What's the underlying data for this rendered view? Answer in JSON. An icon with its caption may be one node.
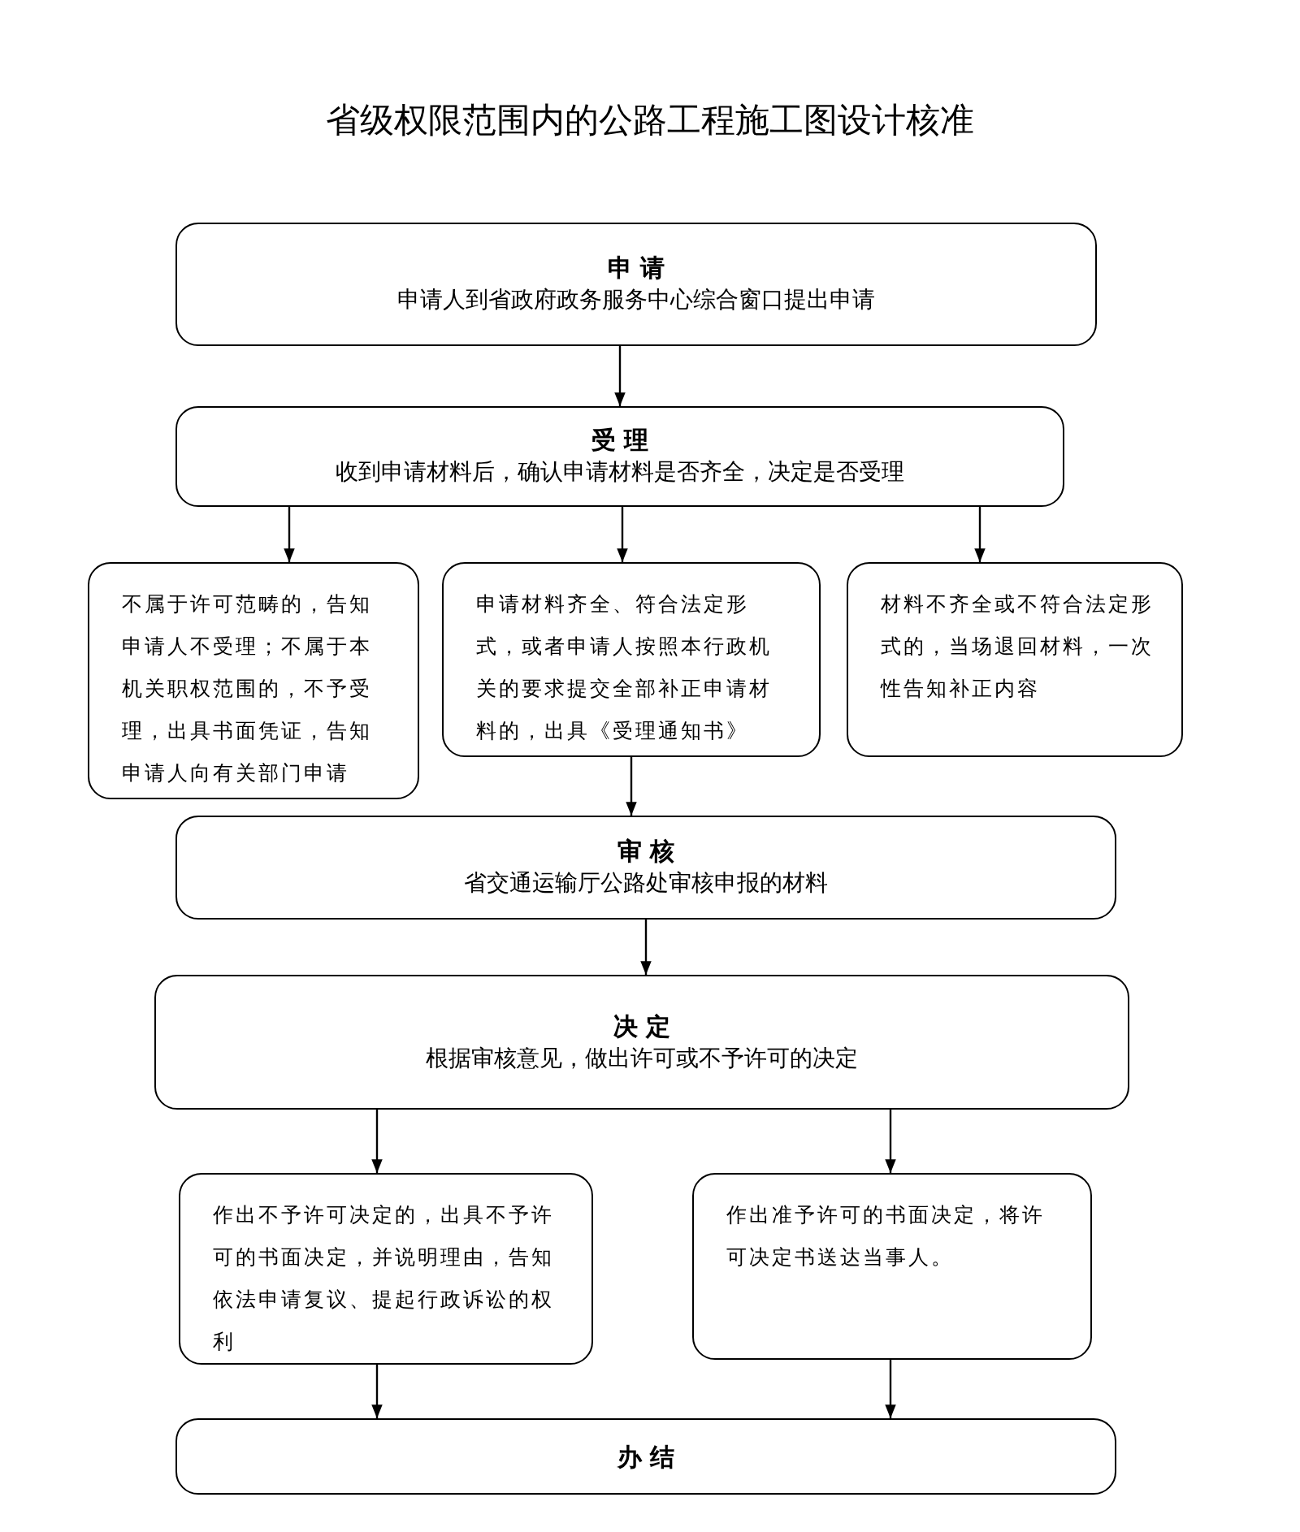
{
  "diagram": {
    "title": "省级权限范围内的公路工程施工图设计核准",
    "nodes": [
      {
        "text": [
          "申 请",
          "申请人到省政府政务服务中心综合窗口提出申请"
        ]
      },
      {
        "text": [
          "受 理",
          "收到申请材料后，确认申请材料是否齐全，决定是否受理"
        ]
      },
      {
        "text": [
          "不属于许可范畴的，告知申请人不受理；不属于本机关职权范围的，不予受理，出具书面凭证，告知申请人向有关部门申请"
        ]
      },
      {
        "text": [
          "申请材料齐全、符合法定形式，或者申请人按照本行政机关的要求提交全部补正申请材料的，出具《受理通知书》"
        ]
      },
      {
        "text": [
          "材料不齐全或不符合法定形式的，当场退回材料，一次性告知补正内容"
        ]
      },
      {
        "text": [
          "审 核",
          "省交通运输厅公路处审核申报的材料"
        ]
      },
      {
        "text": [
          "决 定",
          "根据审核意见，做出许可或不予许可的决定"
        ]
      },
      {
        "text": [
          "作出不予许可决定的，出具不予许可的书面决定，并说明理由，告知依法申请复议、提起行政诉讼的权利"
        ]
      },
      {
        "text": [
          "作出准予许可的书面决定，将许可决定书送达当事人。"
        ]
      },
      {
        "text": [
          "办 结"
        ]
      }
    ],
    "edges": [
      {
        "from": 0,
        "to": 1,
        "arrow": "to"
      },
      {
        "from": 1,
        "to": 2,
        "arrow": "to"
      },
      {
        "from": 1,
        "to": 3,
        "arrow": "to"
      },
      {
        "from": 1,
        "to": 4,
        "arrow": "to"
      },
      {
        "from": 3,
        "to": 5,
        "arrow": "to"
      },
      {
        "from": 5,
        "to": 6,
        "arrow": "to"
      },
      {
        "from": 6,
        "to": 7,
        "arrow": "to"
      },
      {
        "from": 6,
        "to": 8,
        "arrow": "to"
      },
      {
        "from": 7,
        "to": 9,
        "arrow": "to"
      },
      {
        "from": 8,
        "to": 9,
        "arrow": "to"
      }
    ]
  }
}
